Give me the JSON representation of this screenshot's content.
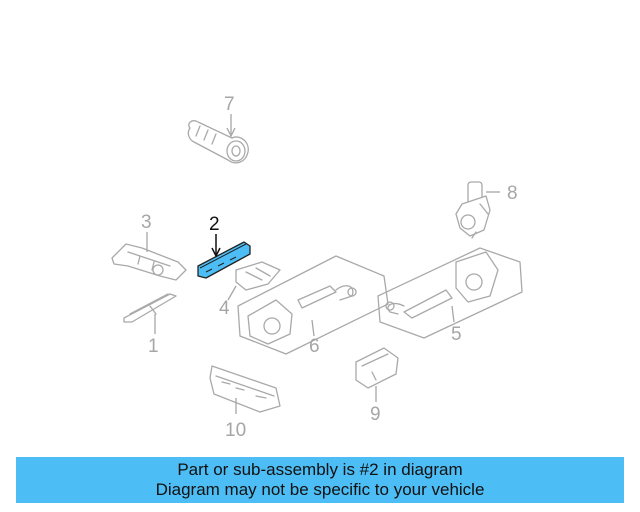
{
  "diagram": {
    "highlighted_part": "2",
    "highlight_color": "#4dbdf5",
    "line_color": "#a9a9a9",
    "callouts": [
      {
        "id": "c1",
        "label": "1"
      },
      {
        "id": "c2",
        "label": "2"
      },
      {
        "id": "c3",
        "label": "3"
      },
      {
        "id": "c4",
        "label": "4"
      },
      {
        "id": "c5",
        "label": "5"
      },
      {
        "id": "c6",
        "label": "6"
      },
      {
        "id": "c7",
        "label": "7"
      },
      {
        "id": "c8",
        "label": "8"
      },
      {
        "id": "c9",
        "label": "9"
      },
      {
        "id": "c10",
        "label": "10"
      }
    ]
  },
  "caption": {
    "line1": "Part or sub-assembly is #2 in diagram",
    "line2": "Diagram may not be specific to your vehicle",
    "background": "#4dbdf5"
  }
}
